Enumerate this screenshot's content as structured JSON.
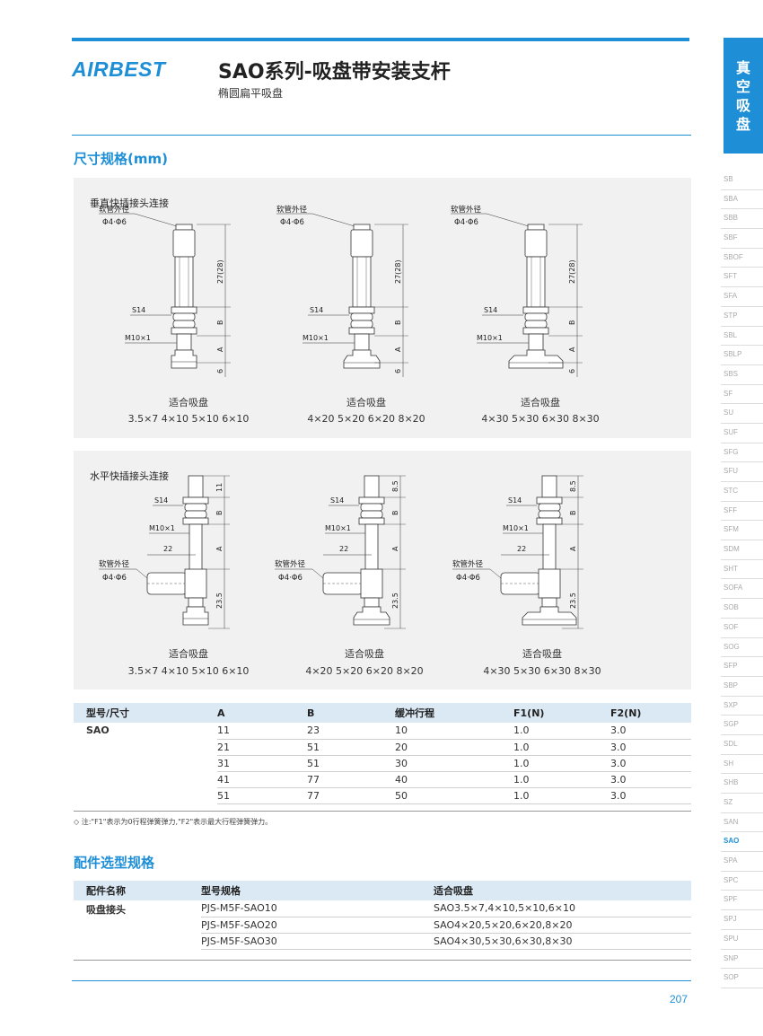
{
  "header": {
    "logo": "AIRBEST",
    "title": "SAO系列-吸盘带安装支杆",
    "subtitle": "椭圆扁平吸盘"
  },
  "side_tab": [
    "真",
    "空",
    "吸",
    "盘"
  ],
  "side_nav": [
    "SB",
    "SBA",
    "SBB",
    "SBF",
    "SBOF",
    "SFT",
    "SFA",
    "STP",
    "SBL",
    "SBLP",
    "SBS",
    "SF",
    "SU",
    "SUF",
    "SFG",
    "SFU",
    "STC",
    "SFF",
    "SFM",
    "SDM",
    "SHT",
    "SOFA",
    "SOB",
    "SOF",
    "SOG",
    "SFP",
    "SBP",
    "SXP",
    "SGP",
    "SDL",
    "SH",
    "SHB",
    "SZ",
    "SAN",
    "SAO",
    "SPA",
    "SPC",
    "SPF",
    "SPJ",
    "SPU",
    "SNP",
    "SOP"
  ],
  "side_nav_active": "SAO",
  "section1_title": "尺寸规格(mm)",
  "vertical": {
    "label": "垂直快插接头连接",
    "tube_label": "软管外径",
    "tube_size": "Φ4·Φ6",
    "hex": "S14",
    "thread": "M10×1",
    "dim_top": "27(28)",
    "dim_b": "B",
    "dim_a": "A",
    "dim_6": "6",
    "caption": "适合吸盘",
    "sizes": [
      "3.5×7  4×10  5×10  6×10",
      "4×20  5×20  6×20  8×20",
      "4×30  5×30  6×30  8×30"
    ]
  },
  "horizontal": {
    "label": "水平快插接头连接",
    "tube_label": "软管外径",
    "tube_size": "Φ4·Φ6",
    "hex": "S14",
    "thread": "M10×1",
    "dim_22": "22",
    "dim_235": "23.5",
    "dim_b": "B",
    "dim_a": "A",
    "dim_tops": [
      "11",
      "8.5",
      "8.5"
    ],
    "caption": "适合吸盘",
    "sizes": [
      "3.5×7  4×10  5×10  6×10",
      "4×20  5×20  6×20  8×20",
      "4×30  5×30  6×30  8×30"
    ]
  },
  "spec_table": {
    "headers": [
      "型号/尺寸",
      "A",
      "B",
      "缓冲行程",
      "F1(N)",
      "F2(N)"
    ],
    "model": "SAO",
    "rows": [
      [
        "11",
        "23",
        "10",
        "1.0",
        "3.0"
      ],
      [
        "21",
        "51",
        "20",
        "1.0",
        "3.0"
      ],
      [
        "31",
        "51",
        "30",
        "1.0",
        "3.0"
      ],
      [
        "41",
        "77",
        "40",
        "1.0",
        "3.0"
      ],
      [
        "51",
        "77",
        "50",
        "1.0",
        "3.0"
      ]
    ]
  },
  "note": "◇ 注:\"F1\"表示为0行程弹簧弹力,\"F2\"表示最大行程弹簧弹力。",
  "section2_title": "配件选型规格",
  "acc_table": {
    "headers": [
      "配件名称",
      "型号规格",
      "适合吸盘"
    ],
    "name": "吸盘接头",
    "rows": [
      [
        "PJS-M5F-SAO10",
        "SAO3.5×7,4×10,5×10,6×10"
      ],
      [
        "PJS-M5F-SAO20",
        "SAO4×20,5×20,6×20,8×20"
      ],
      [
        "PJS-M5F-SAO30",
        "SAO4×30,5×30,6×30,8×30"
      ]
    ]
  },
  "page_number": "207"
}
